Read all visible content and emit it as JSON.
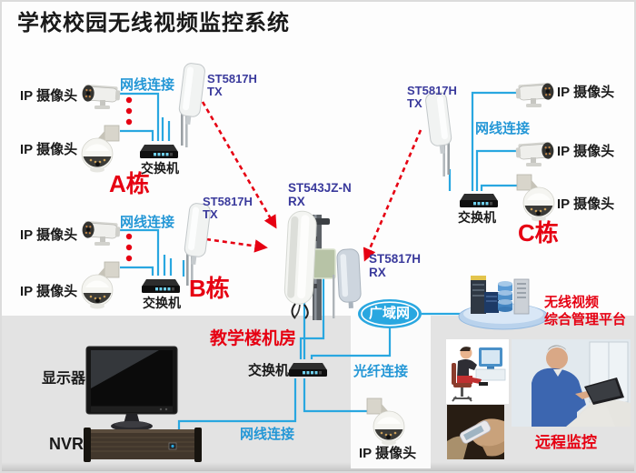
{
  "title": "学校校园无线视频监控系统",
  "colors": {
    "line_blue": "#29a7e0",
    "device_label_blue": "#3a3a9c",
    "connection_label_blue": "#2497d6",
    "accent_red": "#e60012"
  },
  "buildings": {
    "a": {
      "name": "A栋",
      "camera1": "IP 摄像头",
      "camera2": "IP 摄像头",
      "cable": "网线连接",
      "switch": "交换机",
      "antenna1": "ST5817H",
      "antenna2": "TX"
    },
    "b": {
      "name": "B栋",
      "camera1": "IP 摄像头",
      "camera2": "IP 摄像头",
      "cable": "网线连接",
      "switch": "交换机",
      "antenna1": "ST5817H",
      "antenna2": "TX"
    },
    "c": {
      "name": "C栋",
      "camera1": "IP 摄像头",
      "camera2": "IP 摄像头",
      "camera3": "IP 摄像头",
      "cable": "网线连接",
      "switch": "交换机",
      "antenna1": "ST5817H",
      "antenna2": "TX"
    }
  },
  "receivers": {
    "main1": "ST543JZ-N",
    "main2": "RX",
    "secondary1": "ST5817H",
    "secondary2": "RX"
  },
  "wan": "广域网",
  "platform1": "无线视频",
  "platform2": "综合管理平台",
  "machine_room": {
    "title": "教学楼机房",
    "switch": "交换机",
    "fiber": "光纤连接",
    "cable": "网线连接",
    "monitor": "显示器",
    "nvr": "NVR",
    "camera": "IP 摄像头"
  },
  "remote": "远程监控"
}
